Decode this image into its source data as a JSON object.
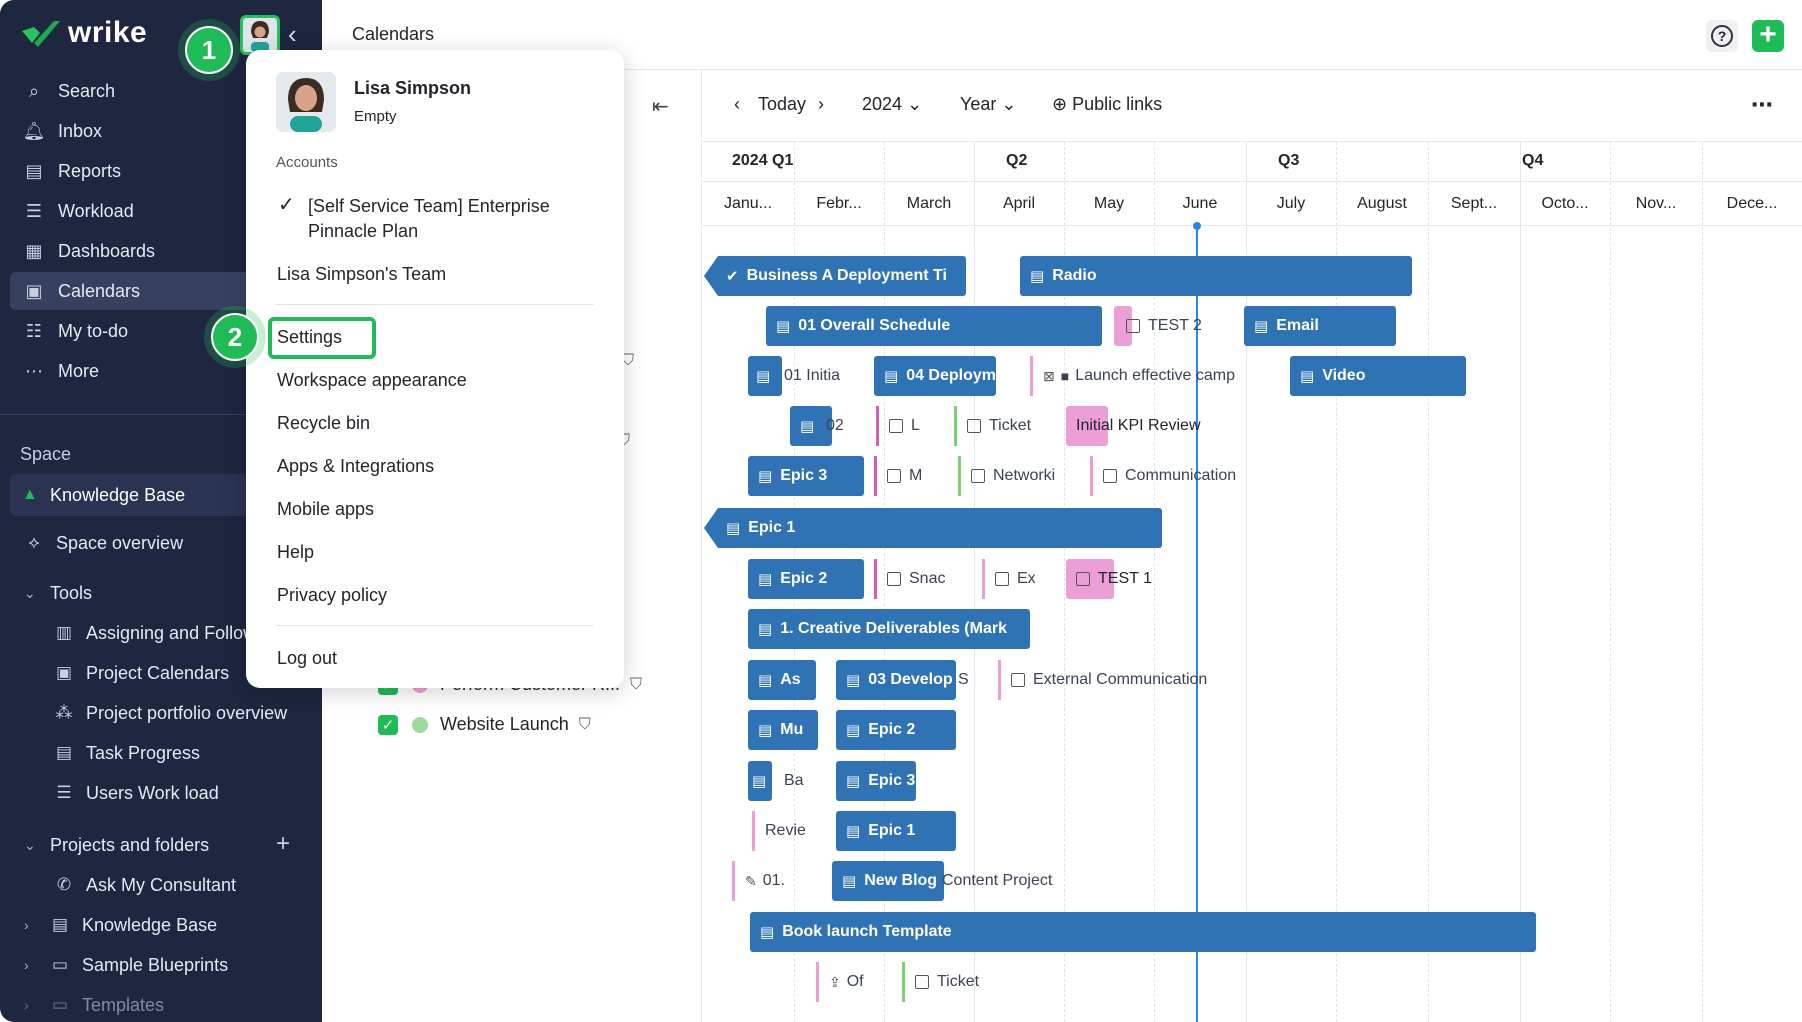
{
  "sidebar": {
    "logo_text": "wrike",
    "nav": [
      {
        "label": "Search",
        "icon": "search-icon"
      },
      {
        "label": "Inbox",
        "icon": "bell-icon"
      },
      {
        "label": "Reports",
        "icon": "clipboard-icon"
      },
      {
        "label": "Workload",
        "icon": "workload-icon"
      },
      {
        "label": "Dashboards",
        "icon": "dashboard-icon"
      },
      {
        "label": "Calendars",
        "icon": "calendar-icon"
      },
      {
        "label": "My to-do",
        "icon": "user-list-icon"
      },
      {
        "label": "More",
        "icon": "dots-icon"
      }
    ],
    "space_label": "Space",
    "space_name": "Knowledge Base",
    "space_overview": "Space overview",
    "tools_label": "Tools",
    "tools": [
      "Assigning and Follow",
      "Project Calendars",
      "Project portfolio overview",
      "Task Progress",
      "Users Work load"
    ],
    "projects_label": "Projects and folders",
    "projects": [
      "Ask My Consultant",
      "Knowledge Base",
      "Sample Blueprints",
      "Templates"
    ]
  },
  "callouts": {
    "one": "1",
    "two": "2"
  },
  "header": {
    "title": "Calendars",
    "help_icon": "?",
    "add_icon": "+"
  },
  "toolbar": {
    "today": "Today",
    "year": "2024",
    "view": "Year",
    "public_links": "Public links"
  },
  "calendars_list": [
    {
      "label": "Perform Customer R...",
      "color": "#ec9fd7"
    },
    {
      "label": "Website Launch",
      "color": "#9fd99a"
    }
  ],
  "quarters": [
    "2024 Q1",
    "Q2",
    "Q3",
    "Q4"
  ],
  "months": [
    "Janu...",
    "Febr...",
    "March",
    "April",
    "May",
    "June",
    "July",
    "August",
    "Sept...",
    "Octo...",
    "Nov...",
    "Dece..."
  ],
  "bars": {
    "b1": "Business A Deployment Ti",
    "b2": "Radio",
    "b3": "01 Overall Schedule",
    "b4": "TEST 2",
    "b5": "Email",
    "b6": "01 Initia",
    "b7": "04 Deploym",
    "b8": "Launch effective camp",
    "b9": "Video",
    "b10": "02",
    "b11": "L",
    "b12": "Ticket",
    "b13": "Initial KPI Review",
    "b14": "Epic 3",
    "b15": "M",
    "b16": "Networki",
    "b17": "Communication",
    "b18": "Epic 1",
    "b19": "Epic 2",
    "b20": "Snac",
    "b21": "Ex",
    "b22": "TEST 1",
    "b23": "1. Creative Deliverables (Mark",
    "b24": "As",
    "b25": "03 Develop",
    "b26": "S",
    "b27": "External Communication",
    "b28": "Mu",
    "b29": "Epic 2",
    "b30": "Ba",
    "b31": "Epic 3",
    "b32": "Revie",
    "b33": "Epic 1",
    "b34": "01.",
    "b35": "New Blog",
    "b36": "Content Project",
    "b37": "Book launch Template",
    "b38": "Of",
    "b39": "Ticket"
  },
  "dropdown": {
    "name": "Lisa Simpson",
    "status": "Empty",
    "accounts_label": "Accounts",
    "account": "[Self Service Team] Enterprise Pinnacle Plan",
    "team": "Lisa Simpson's Team",
    "items": [
      "Settings",
      "Workspace appearance",
      "Recycle bin",
      "Apps & Integrations",
      "Mobile apps",
      "Help",
      "Privacy policy"
    ],
    "logout": "Log out"
  }
}
